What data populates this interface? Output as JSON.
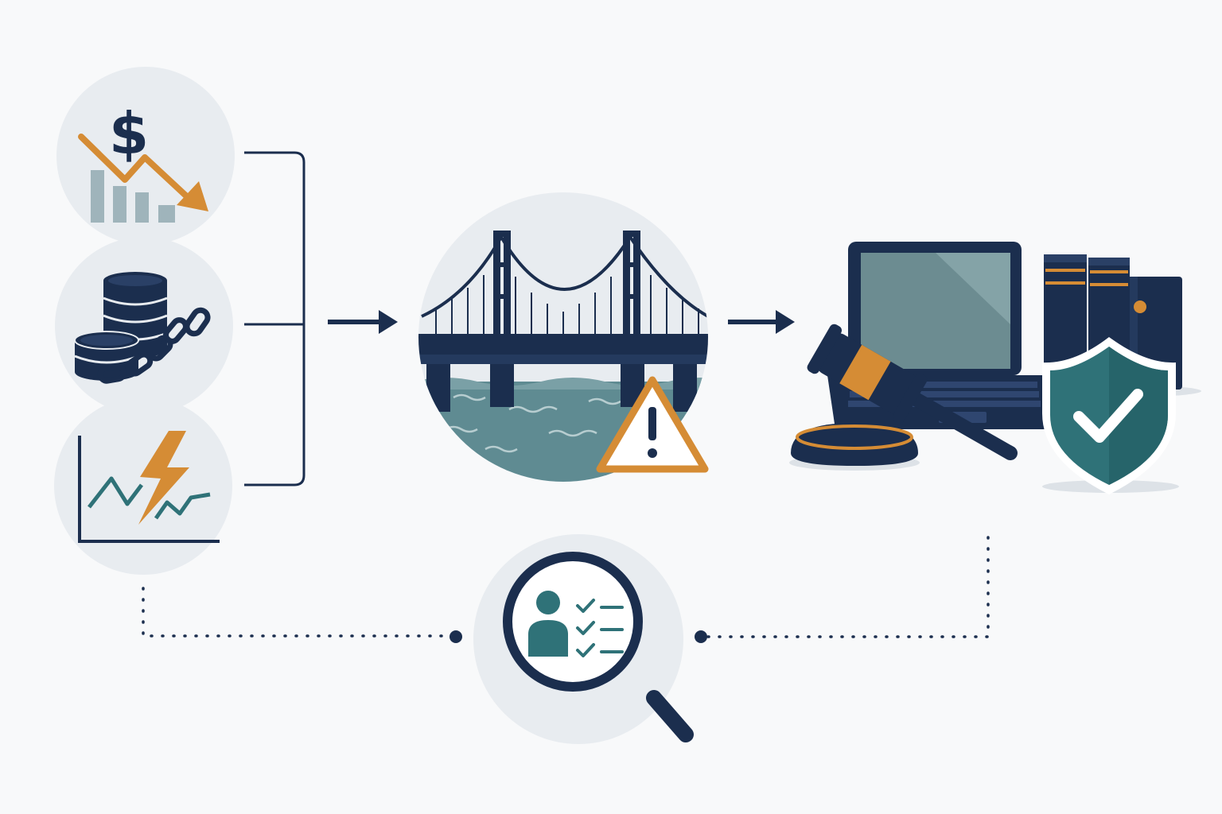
{
  "diagram": {
    "nodes": [
      {
        "id": "revenue-decline",
        "icon": "dollar-down-trend-icon"
      },
      {
        "id": "debt-burden",
        "icon": "chained-coins-icon"
      },
      {
        "id": "market-volatility",
        "icon": "volatile-chart-lightning-icon"
      },
      {
        "id": "bridge-risk",
        "icon": "bridge-warning-icon"
      },
      {
        "id": "legal-protection",
        "icon": "gavel-laptop-books-shield-icon"
      },
      {
        "id": "due-diligence",
        "icon": "magnifier-profile-checklist-icon"
      }
    ],
    "edges": [
      {
        "from": [
          "revenue-decline",
          "debt-burden",
          "market-volatility"
        ],
        "to": "bridge-risk",
        "style": "solid"
      },
      {
        "from": "bridge-risk",
        "to": "legal-protection",
        "style": "solid"
      },
      {
        "from": "market-volatility",
        "to": "due-diligence",
        "style": "dotted"
      },
      {
        "from": "legal-protection",
        "to": "due-diligence",
        "style": "dotted"
      }
    ]
  },
  "colors": {
    "navy": "#1b2e4e",
    "orange": "#d58c35",
    "teal": "#2f7278",
    "gray_bar": "#9fb4bb",
    "circle_bg": "#e8ecf0",
    "water": "#5f8b92",
    "page_bg": "#f8f9fa",
    "screen": "#6c8c91"
  }
}
